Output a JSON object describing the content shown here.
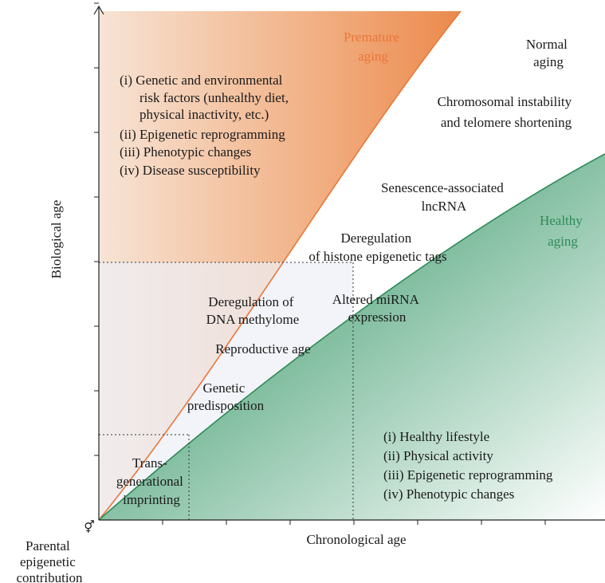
{
  "axes": {
    "x_label": "Chronological age",
    "y_label": "Biological age",
    "origin_label": [
      "Parental",
      "epigenetic",
      "contribution"
    ],
    "origin_symbol": "⚥"
  },
  "curves": {
    "premature": {
      "label": [
        "Premature",
        "aging"
      ],
      "color": "#e8773a"
    },
    "normal": {
      "label": [
        "Normal",
        "aging"
      ]
    },
    "healthy": {
      "label": [
        "Healthy",
        "aging"
      ],
      "color": "#2e8b57"
    }
  },
  "premature_factors": [
    "(i) Genetic and environmental",
    "risk factors (unhealthy diet,",
    "physical inactivity, etc.)",
    "(ii) Epigenetic reprogramming",
    "(iii) Phenotypic changes",
    "(iv) Disease susceptibility"
  ],
  "healthy_factors": [
    "(i) Healthy lifestyle",
    "(ii) Physical activity",
    "(iii) Epigenetic reprogramming",
    "(iv) Phenotypic changes"
  ],
  "mechanisms": {
    "chromosomal": [
      "Chromosomal instability",
      "and telomere shortening"
    ],
    "lncrna": [
      "Senescence-associated",
      "lncRNA"
    ],
    "histone": [
      "Deregulation",
      "of histone epigenetic tags"
    ],
    "dna_methylome": [
      "Deregulation of",
      "DNA methylome"
    ],
    "mirna": [
      "Altered miRNA",
      "expression"
    ],
    "reproductive": "Reproductive age",
    "genetic": [
      "Genetic",
      "predisposition"
    ],
    "transgenerational": [
      "Trans-",
      "generational",
      "imprinting"
    ]
  }
}
